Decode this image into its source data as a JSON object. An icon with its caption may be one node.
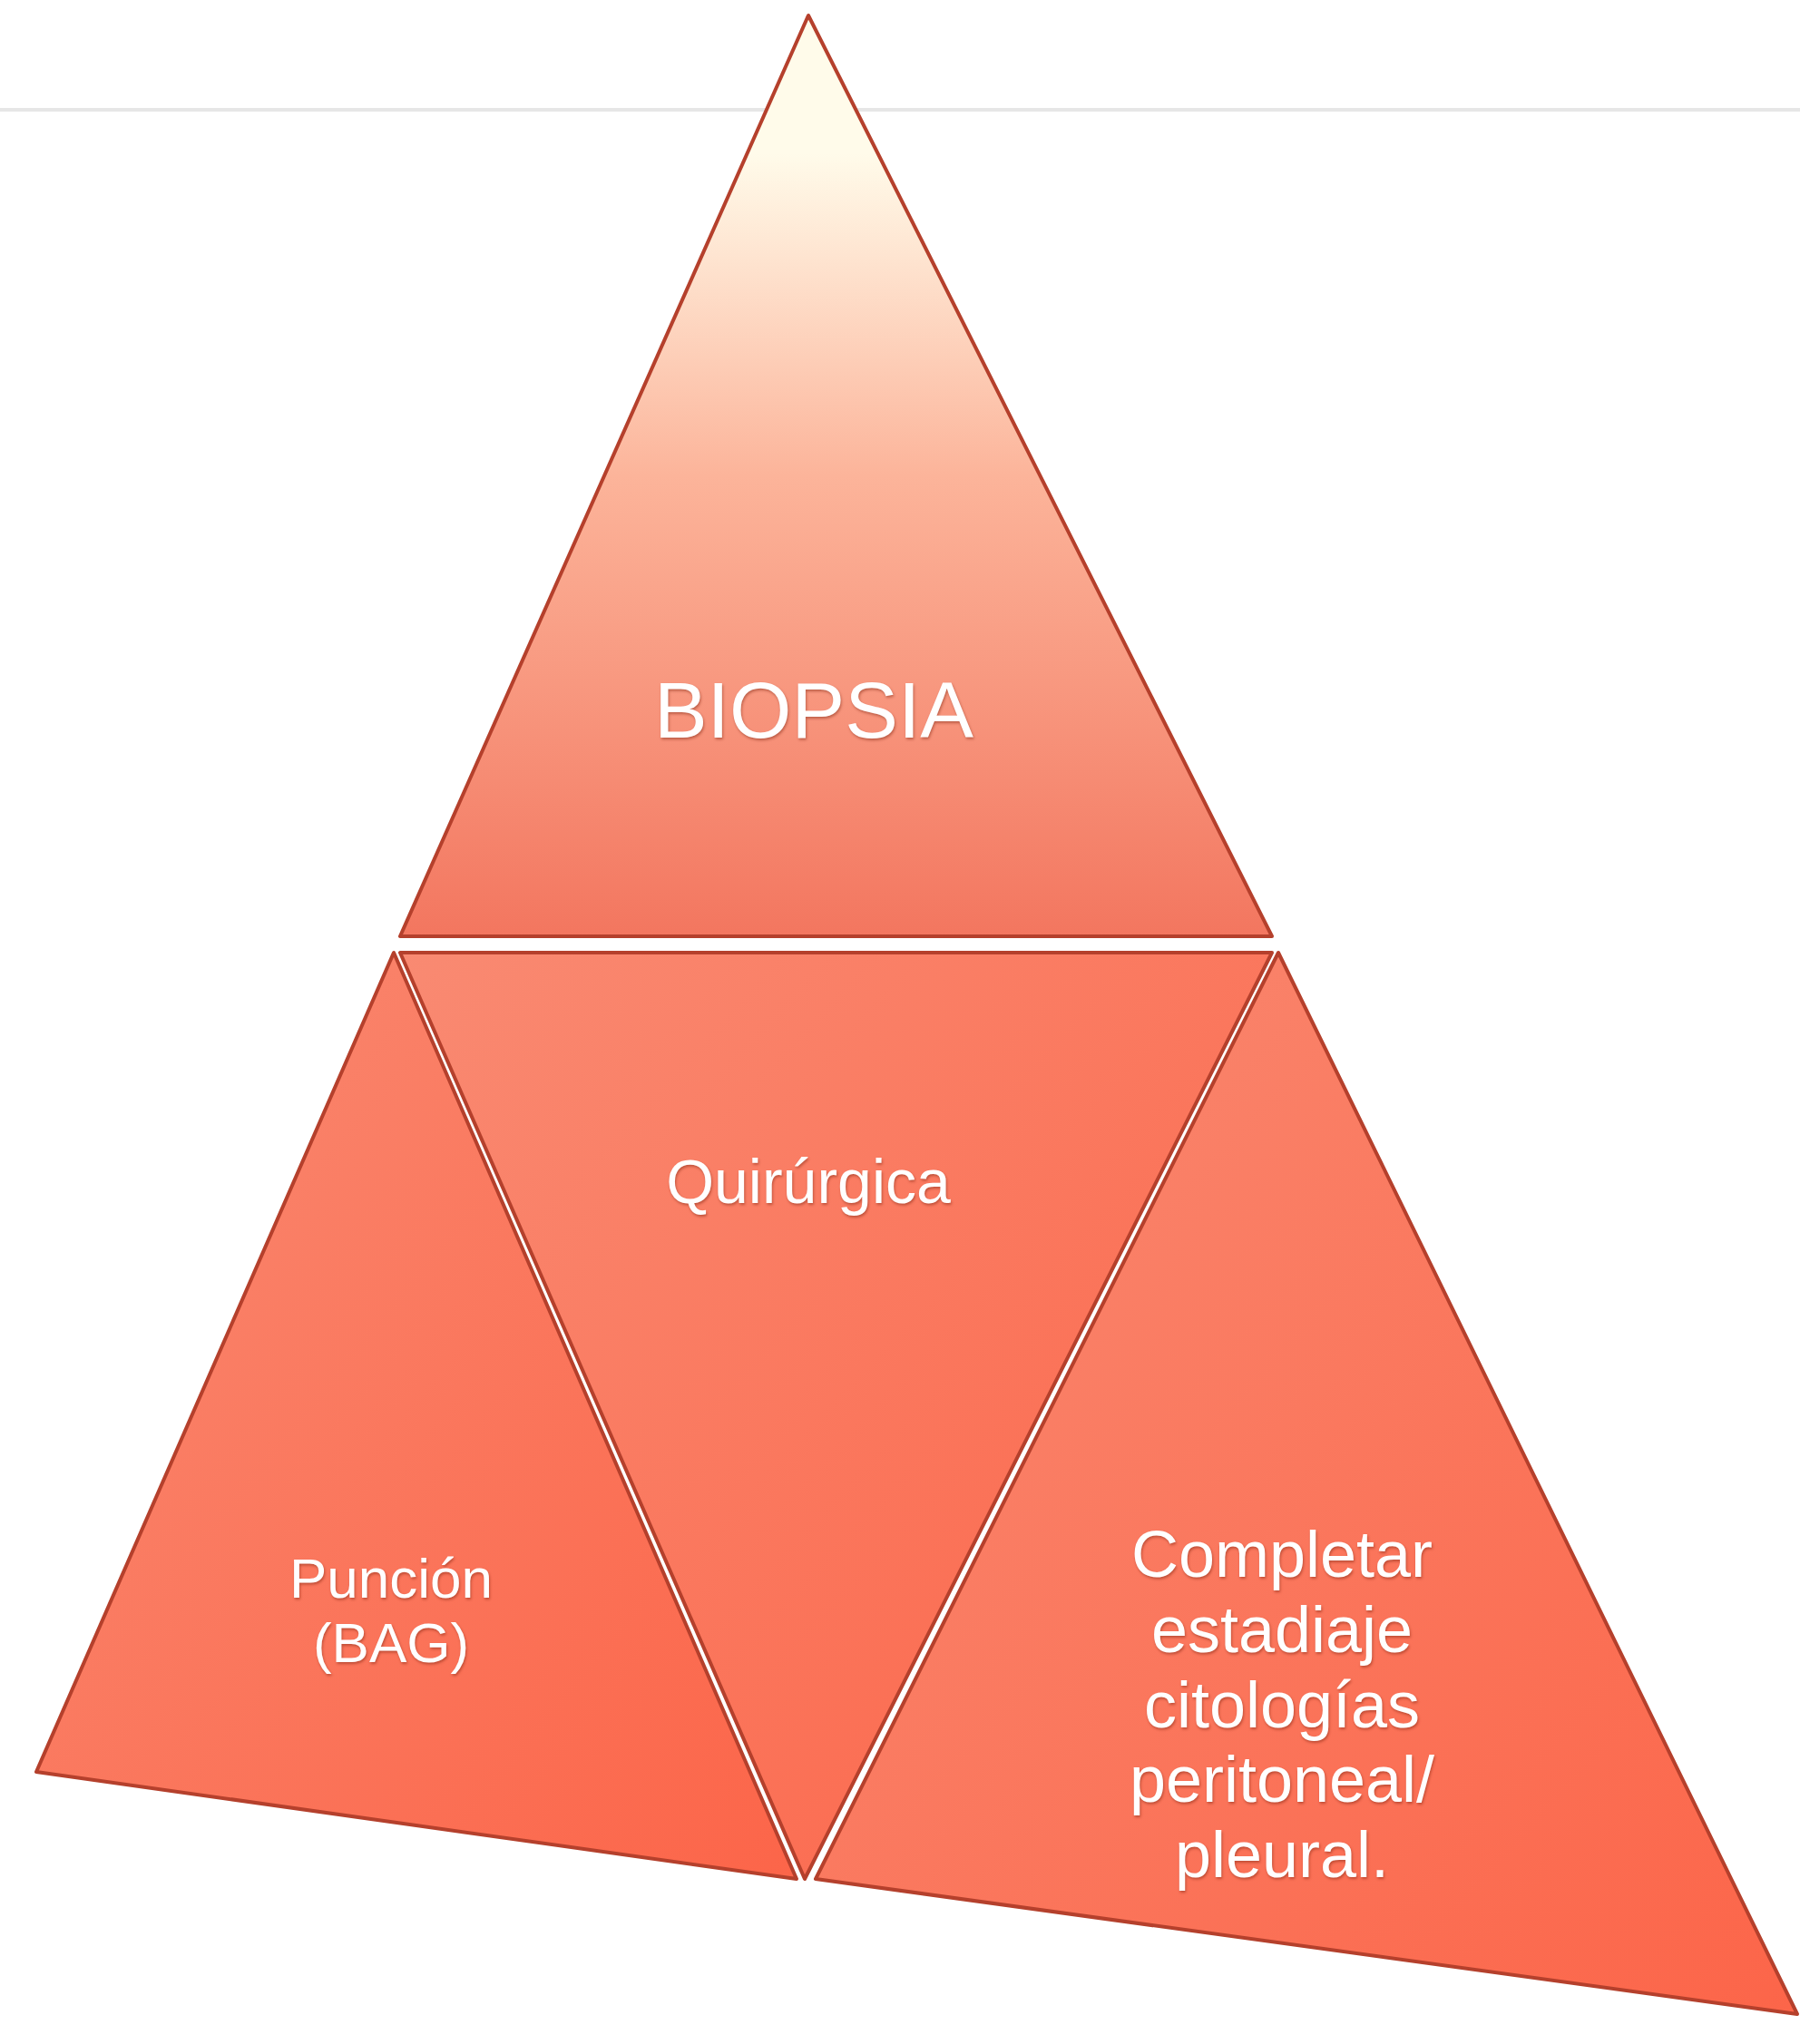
{
  "diagram": {
    "nodes": [
      {
        "text": [
          "BIOPSIA"
        ]
      },
      {
        "text": [
          "Punción (BAG)"
        ]
      },
      {
        "text": [
          "Quirúrgica"
        ]
      },
      {
        "text": [
          "Completar estadiaje citologías peritoneal/ pleural."
        ]
      }
    ]
  }
}
